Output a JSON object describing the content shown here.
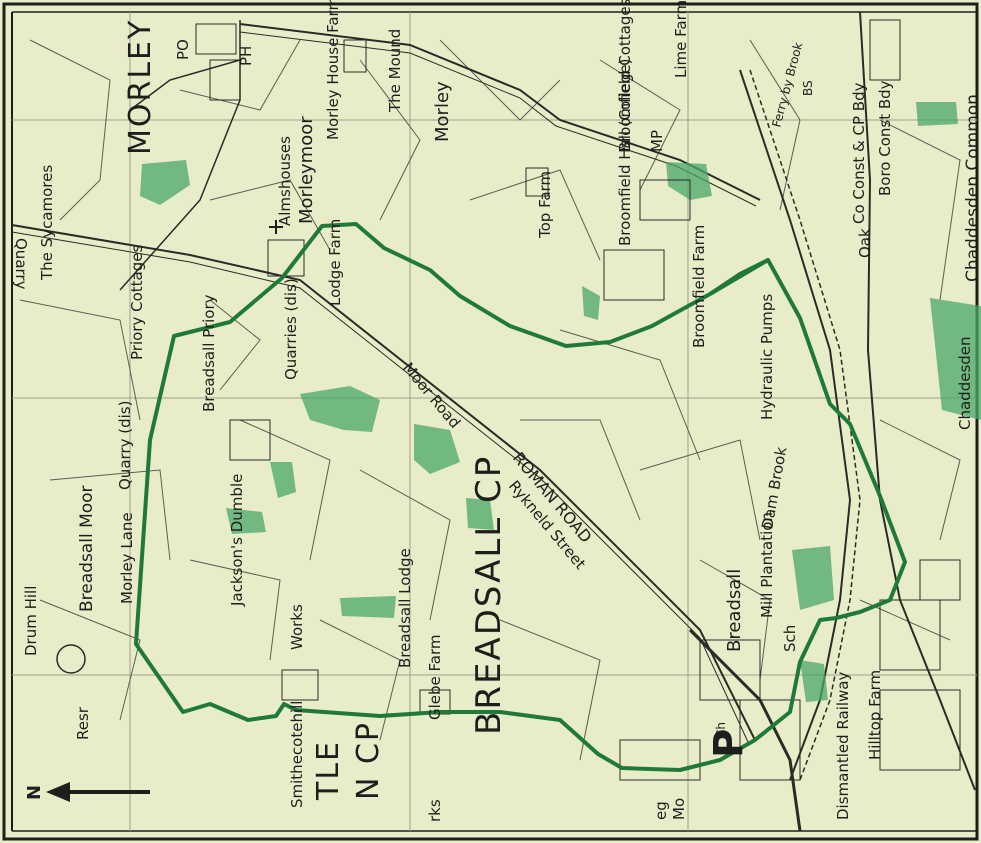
{
  "colors": {
    "paper": "#e9ecc9",
    "ink": "#1d1f1c",
    "route": "#1f7a3a",
    "wood": "#4aa76a"
  },
  "icons": {
    "north_arrow": "arrow-left-icon",
    "parking": "parking-icon",
    "church": "church-cross-icon"
  },
  "labels": {
    "morley_big": "MORLEY",
    "bcp_big": "BREADSALL CP",
    "tle_big": "TLE",
    "ncp_big": "N CP",
    "north": "N",
    "parking": "P",
    "po": "PO",
    "ph": "PH",
    "morley_house_farm": "Morley House Farm",
    "the_mound": "The Mound",
    "morley": "Morley",
    "broomfield_cottages": "Broomfield Cottages",
    "mp": "MP",
    "lime_farm": "Lime Farm",
    "ferry_brook": "Ferry by Brook",
    "bs": "BS",
    "co_const": "Co Const & CP Bdy",
    "boro_const": "Boro Const Bdy",
    "chaddesden_common": "Chaddesden Common",
    "quarry_top": "Quarry",
    "the_sycamores": "The Sycamores",
    "almshouses": "Almshouses",
    "morleymoor": "Morleymoor",
    "top_farm": "Top Farm",
    "broomfield_hall": "Broomfield Hall (College)",
    "oak": "Oak",
    "priory_cottages": "Priory Cottages",
    "lodge_farm": "Lodge Farm",
    "broomfield_farm": "Broomfield Farm",
    "quarries_dis": "Quarries (dis)",
    "breadsall_priory": "Breadsall Priory",
    "moor_road": "Moor Road",
    "hydraulic_pumps": "Hydraulic Pumps",
    "chaddesden": "Chaddesden",
    "quarry_dis": "Quarry (dis)",
    "roman_road": "ROMAN ROAD",
    "rykneld_street": "Rykneld Street",
    "dam_brook": "Dam Brook",
    "breadsall_moor": "Breadsall Moor",
    "morley_lane": "Morley Lane",
    "jacksons_dumble": "Jackson's Dumble",
    "breadsall": "Breadsall",
    "mill_plantation": "Mill Plantation",
    "sch": "Sch",
    "works": "Works",
    "breadsall_lodge": "Breadsall Lodge",
    "glebe_farm": "Glebe Farm",
    "drum_hill": "Drum Hill",
    "resr": "Resr",
    "smithecotehill": "Smithecotehill",
    "ch": "Ch",
    "dismantled_railway": "Dismantled Railway",
    "hilltop_farm": "Hilltop Farm",
    "rks": "rks",
    "eg": "eg",
    "mo": "Mo"
  }
}
